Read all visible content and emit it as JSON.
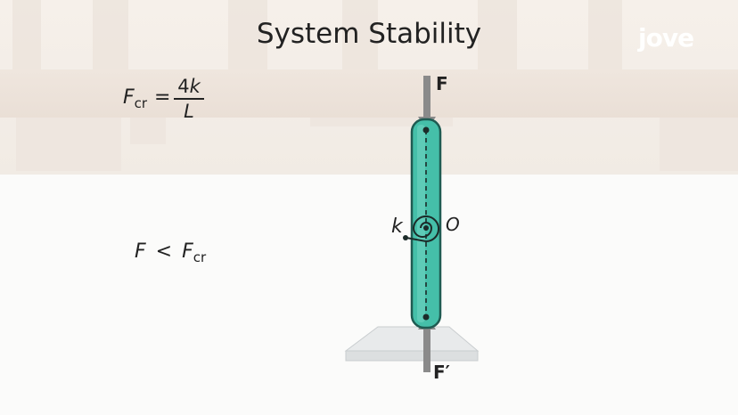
{
  "title": "System Stability",
  "logo": "jove",
  "critical_force_formula": {
    "lhs_symbol": "F",
    "lhs_subscript": "cr",
    "equals": "=",
    "numerator_coefficient": "4",
    "numerator_symbol": "k",
    "denominator": "L"
  },
  "condition": {
    "lhs": "F",
    "operator": "<",
    "rhs_symbol": "F",
    "rhs_subscript": "cr"
  },
  "labels": {
    "force_top": "F",
    "force_bottom": "F′",
    "spring": "k",
    "pivot": "O"
  },
  "colors": {
    "rod_fill": "#45bfa9",
    "rod_stroke": "#1f5b52",
    "arrow": "#8a8a8a",
    "base": "#e7e9ea"
  }
}
